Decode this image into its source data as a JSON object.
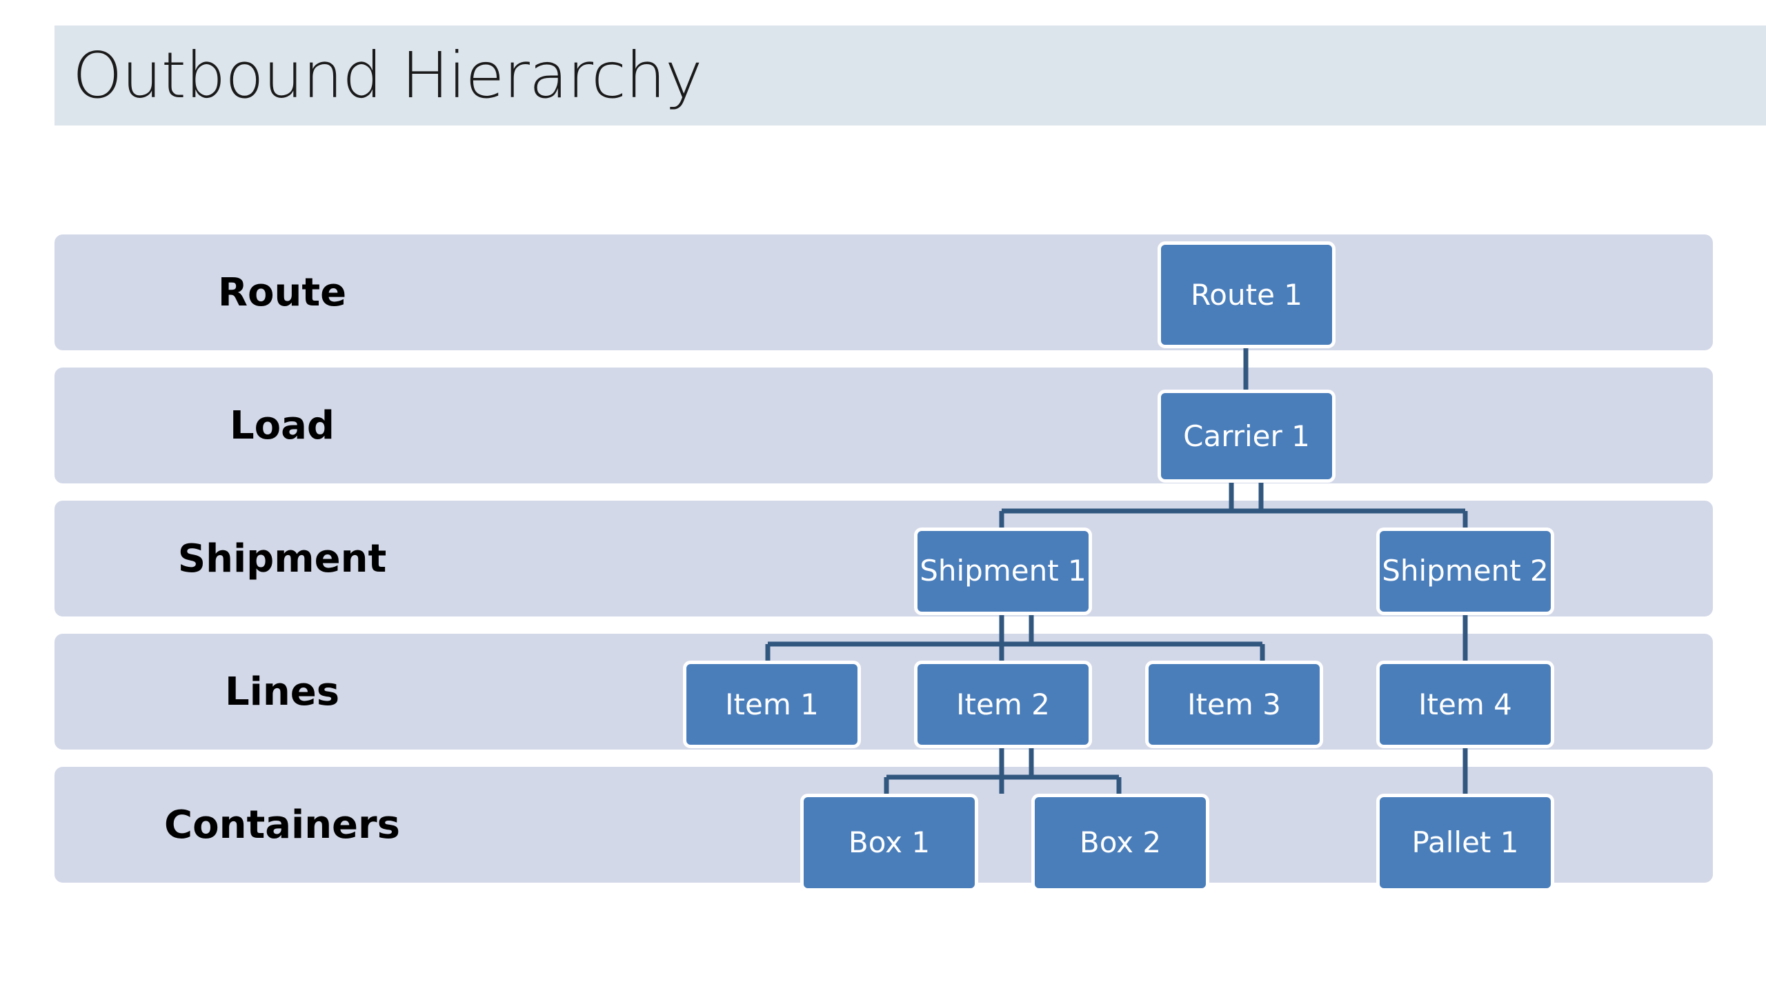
{
  "slide": {
    "title": "Outbound Hierarchy",
    "background": "#ffffff",
    "title_band_color": "#dde5ec",
    "band_color": "#d3d8e8",
    "node_fill": "#4a7ebb",
    "node_border": "#ffffff",
    "node_text_color": "#ffffff",
    "connector_color": "#31577f"
  },
  "rows": [
    {
      "label": "Route"
    },
    {
      "label": "Load"
    },
    {
      "label": "Shipment"
    },
    {
      "label": "Lines"
    },
    {
      "label": "Containers"
    }
  ],
  "nodes": {
    "route_1": {
      "label": "Route 1",
      "row": "Route"
    },
    "carrier_1": {
      "label": "Carrier 1",
      "row": "Load"
    },
    "shipment_1": {
      "label": "Shipment 1",
      "row": "Shipment"
    },
    "shipment_2": {
      "label": "Shipment 2",
      "row": "Shipment"
    },
    "item_1": {
      "label": "Item 1",
      "row": "Lines"
    },
    "item_2": {
      "label": "Item 2",
      "row": "Lines"
    },
    "item_3": {
      "label": "Item 3",
      "row": "Lines"
    },
    "item_4": {
      "label": "Item 4",
      "row": "Lines"
    },
    "box_1": {
      "label": "Box 1",
      "row": "Containers"
    },
    "box_2": {
      "label": "Box 2",
      "row": "Containers"
    },
    "pallet_1": {
      "label": "Pallet 1",
      "row": "Containers"
    }
  },
  "edges": [
    {
      "from": "route_1",
      "to": "carrier_1"
    },
    {
      "from": "carrier_1",
      "to": "shipment_1"
    },
    {
      "from": "carrier_1",
      "to": "shipment_2"
    },
    {
      "from": "shipment_1",
      "to": "item_1"
    },
    {
      "from": "shipment_1",
      "to": "item_2"
    },
    {
      "from": "shipment_1",
      "to": "item_3"
    },
    {
      "from": "shipment_2",
      "to": "item_4"
    },
    {
      "from": "item_2",
      "to": "box_1"
    },
    {
      "from": "item_2",
      "to": "box_2"
    },
    {
      "from": "item_4",
      "to": "pallet_1"
    }
  ]
}
